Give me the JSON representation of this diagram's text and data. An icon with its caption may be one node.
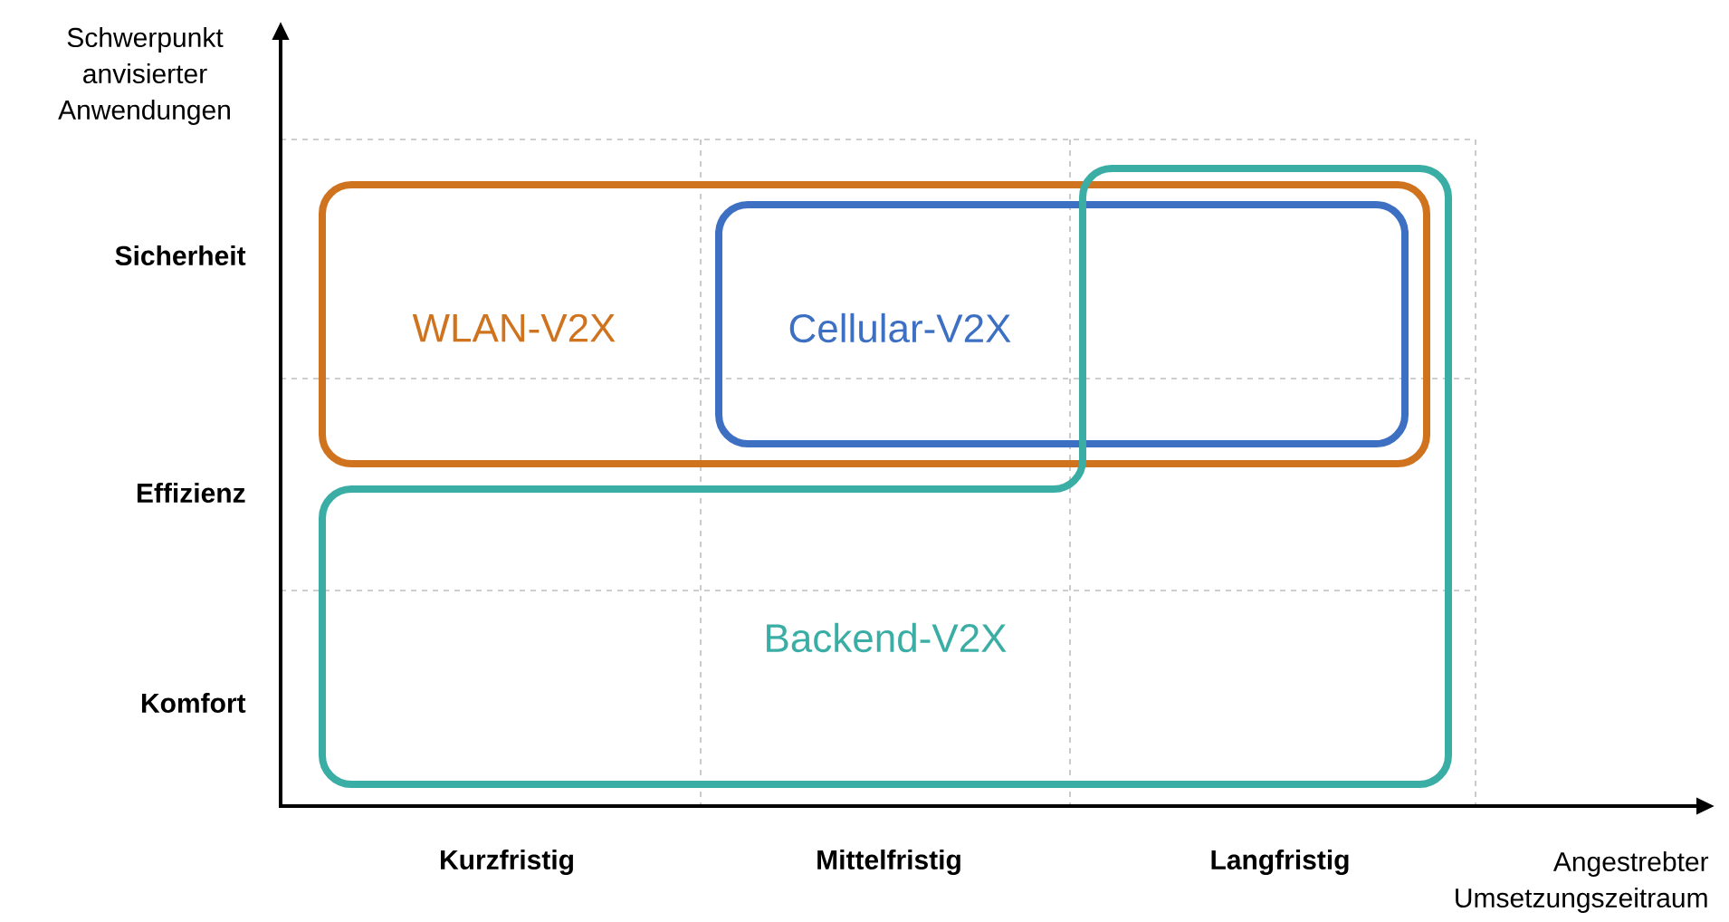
{
  "diagram": {
    "nodes": [
      {
        "text": [
          "WLAN-V2X"
        ]
      },
      {
        "text": [
          "Cellular-V2X"
        ],
        "in": 0
      },
      {
        "text": [
          "Backend-V2X"
        ]
      }
    ],
    "labels": [
      "Schwerpunkt anvisierter Anwendungen",
      "Sicherheit",
      "Effizienz",
      "Komfort",
      "Kurzfristig",
      "Mittelfristig",
      "Langfristig",
      "Angestrebter Umsetzungszeitraum"
    ]
  }
}
